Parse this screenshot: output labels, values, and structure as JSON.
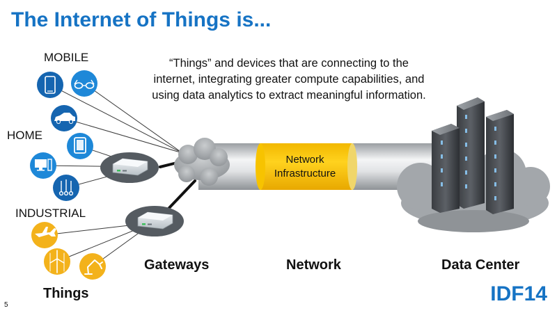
{
  "title": "The Internet of Things is...",
  "description": "“Things” and devices that are connecting to the internet, integrating greater compute capabilities, and using data analytics to extract meaningful information.",
  "groups": {
    "mobile": "MOBILE",
    "home": "HOME",
    "industrial": "INDUSTRIAL"
  },
  "network_infrastructure": "Network Infrastructure",
  "bottom_labels": {
    "things": "Things",
    "gateways": "Gateways",
    "network": "Network",
    "data_center": "Data Center"
  },
  "brand": "IDF14",
  "page_number": "5",
  "colors": {
    "title_blue": "#1673c4",
    "device_blue": "#1e88d8",
    "device_blue_dark": "#1565b0",
    "industrial_yellow": "#f3b21b",
    "network_yellow": "#ffcc00",
    "gateway_gray": "#555b61"
  },
  "icons": {
    "mobile": [
      "phone-icon",
      "glasses-icon",
      "car-icon"
    ],
    "home": [
      "tablet-icon",
      "desktop-icon",
      "thermometer-icon"
    ],
    "industrial": [
      "airplane-icon",
      "wind-turbine-icon",
      "robot-arm-icon"
    ]
  }
}
